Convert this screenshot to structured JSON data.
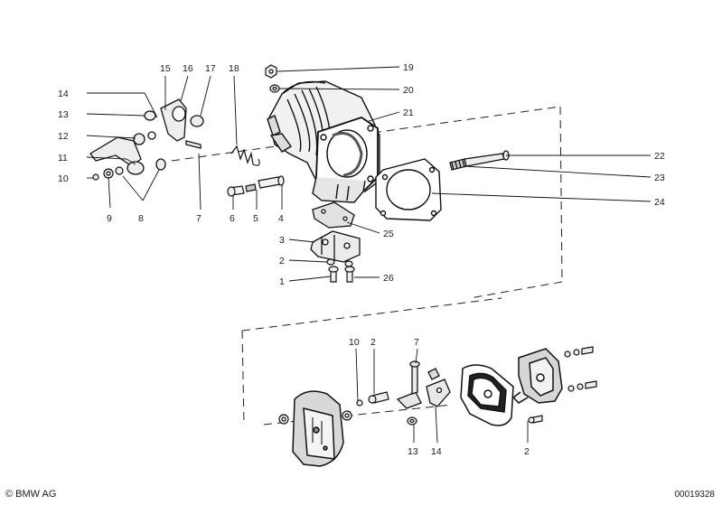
{
  "footer": {
    "copyright": "© BMW AG",
    "drawing_number": "00019328"
  },
  "callouts": [
    {
      "id": "c1",
      "text": "1"
    },
    {
      "id": "c2",
      "text": "2"
    },
    {
      "id": "c3",
      "text": "3"
    },
    {
      "id": "c4",
      "text": "4"
    },
    {
      "id": "c5",
      "text": "5"
    },
    {
      "id": "c6",
      "text": "6"
    },
    {
      "id": "c7",
      "text": "7"
    },
    {
      "id": "c8",
      "text": "8"
    },
    {
      "id": "c9",
      "text": "9"
    },
    {
      "id": "c10",
      "text": "10"
    },
    {
      "id": "c11",
      "text": "11"
    },
    {
      "id": "c12",
      "text": "12"
    },
    {
      "id": "c13",
      "text": "13"
    },
    {
      "id": "c14",
      "text": "14"
    },
    {
      "id": "c15",
      "text": "15"
    },
    {
      "id": "c16",
      "text": "16"
    },
    {
      "id": "c17",
      "text": "17"
    },
    {
      "id": "c18",
      "text": "18"
    },
    {
      "id": "c19",
      "text": "19"
    },
    {
      "id": "c20",
      "text": "20"
    },
    {
      "id": "c21",
      "text": "21"
    },
    {
      "id": "c22",
      "text": "22"
    },
    {
      "id": "c23",
      "text": "23"
    },
    {
      "id": "c24",
      "text": "24"
    },
    {
      "id": "c25",
      "text": "25"
    },
    {
      "id": "c26",
      "text": "26"
    },
    {
      "id": "c10b",
      "text": "10"
    },
    {
      "id": "c2b",
      "text": "2"
    },
    {
      "id": "c7b",
      "text": "7"
    },
    {
      "id": "c13b",
      "text": "13"
    },
    {
      "id": "c14b",
      "text": "14"
    },
    {
      "id": "c2c",
      "text": "2"
    }
  ]
}
